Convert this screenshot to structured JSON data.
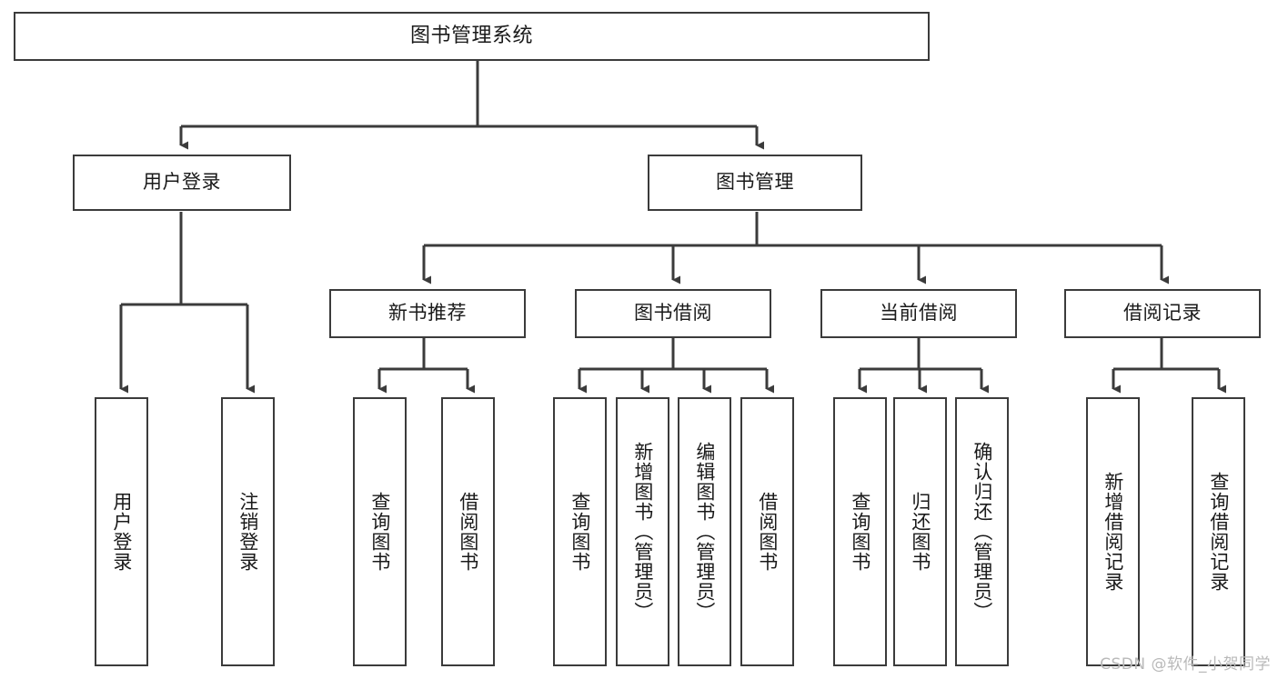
{
  "diagram": {
    "title": "图书管理系统",
    "watermark": "CSDN @软件_小贺同学",
    "colors": {
      "stroke": "#3b3b3b",
      "fill": "#ffffff",
      "text": "#1a1a1a",
      "watermark": "#b9b9b9"
    },
    "levels": {
      "root": {
        "label": "图书管理系统"
      },
      "level2": [
        {
          "label": "用户登录"
        },
        {
          "label": "图书管理"
        }
      ],
      "level3": [
        {
          "label": "新书推荐"
        },
        {
          "label": "图书借阅"
        },
        {
          "label": "当前借阅"
        },
        {
          "label": "借阅记录"
        }
      ],
      "leaves": {
        "user_login": [
          {
            "label": "用户登录"
          },
          {
            "label": "注销登录"
          }
        ],
        "new_book_recommend": [
          {
            "label": "查询图书"
          },
          {
            "label": "借阅图书"
          }
        ],
        "book_borrow": [
          {
            "label": "查询图书"
          },
          {
            "label": "新增图书（管理员）"
          },
          {
            "label": "编辑图书（管理员）"
          },
          {
            "label": "借阅图书"
          }
        ],
        "current_borrow": [
          {
            "label": "查询图书"
          },
          {
            "label": "归还图书"
          },
          {
            "label": "确认归还（管理员）"
          }
        ],
        "borrow_record": [
          {
            "label": "新增借阅记录"
          },
          {
            "label": "查询借阅记录"
          }
        ]
      }
    }
  }
}
